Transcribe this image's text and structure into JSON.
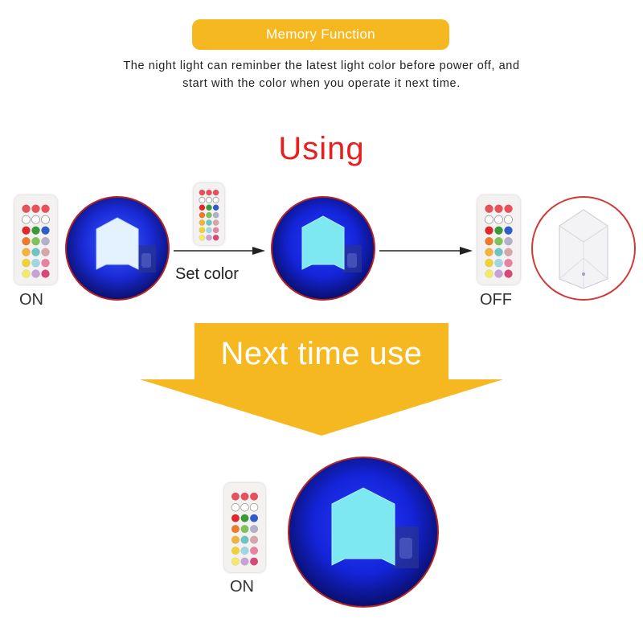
{
  "header": {
    "title": "Memory Function",
    "description_line1": "The night light can reminber the latest light color before power off, and",
    "description_line2": "start with the color when you operate it next time."
  },
  "using": {
    "title": "Using"
  },
  "steps": {
    "on_label": "ON",
    "set_color_label": "Set color",
    "off_label": "OFF"
  },
  "next": {
    "title": "Next time use",
    "on_label": "ON"
  },
  "colors": {
    "accent": "#f5b820",
    "using_red": "#e62020",
    "glow_blue": "#1a2bff",
    "circle_border": "#b52323"
  },
  "remote_buttons": [
    [
      "#e8505a",
      "#e8505a",
      "#e8505a"
    ],
    [
      "#ffffff",
      "#ffffff",
      "#ffffff"
    ],
    [
      "#e3262c",
      "#3a9a3a",
      "#2e5cc8"
    ],
    [
      "#ee7a2a",
      "#7ec35a",
      "#b3b0cc"
    ],
    [
      "#f3b33a",
      "#69c6c2",
      "#d7a6ad"
    ],
    [
      "#f2d232",
      "#9fd6e6",
      "#e882a3"
    ],
    [
      "#f5e86a",
      "#c7a2d6",
      "#d8467a"
    ]
  ]
}
